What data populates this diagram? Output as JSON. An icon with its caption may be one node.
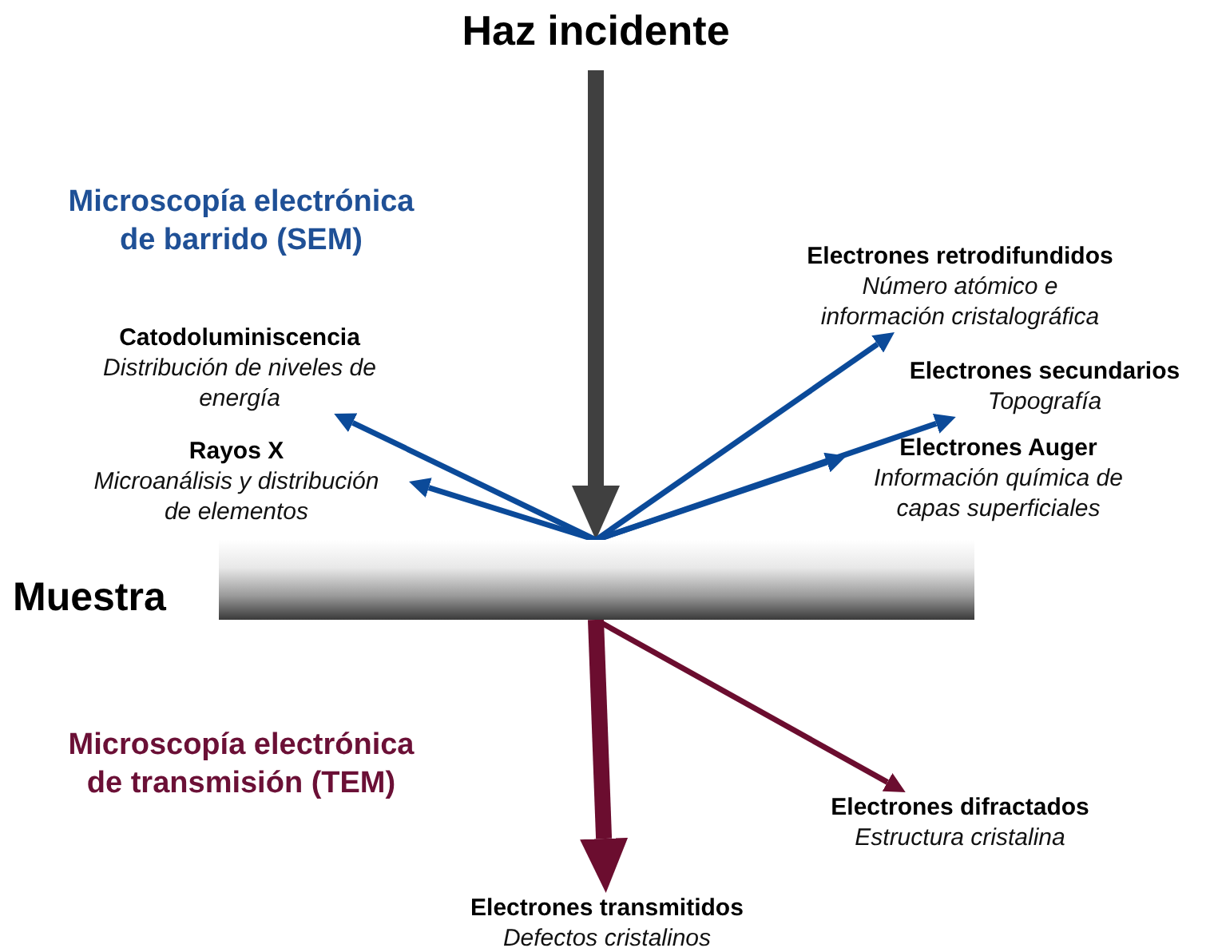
{
  "diagram": {
    "nodes": [
      {
        "text": [
          "Haz incidente"
        ]
      },
      {
        "text": [
          "Muestra"
        ]
      },
      {
        "text": [
          "Electrones retrodifundidos",
          "Número atómico e información cristalográfica"
        ]
      },
      {
        "text": [
          "Catodoluminiscencia",
          "Distribución de niveles de energía"
        ]
      },
      {
        "text": [
          "Electrones secundarios",
          "Topografía"
        ]
      },
      {
        "text": [
          "Rayos X",
          "Microanálisis y distribución de elementos"
        ]
      },
      {
        "text": [
          "Electrones Auger",
          "Información química de capas superficiales"
        ]
      },
      {
        "text": [
          "Electrones difractados",
          "Estructura cristalina"
        ]
      },
      {
        "text": [
          "Electrones transmitidos",
          "Defectos cristalinos"
        ]
      }
    ],
    "edges": [
      {
        "from": 0,
        "to": 1,
        "arrow": "to",
        "style": "thick",
        "color": "#404040"
      },
      {
        "from": 1,
        "to": 2,
        "arrow": "to"
      },
      {
        "from": 1,
        "to": 3,
        "arrow": "to"
      },
      {
        "from": 1,
        "to": 4,
        "arrow": "to"
      },
      {
        "from": 1,
        "to": 5,
        "arrow": "to"
      },
      {
        "from": 1,
        "to": 6,
        "arrow": "to"
      },
      {
        "from": 1,
        "to": 7,
        "arrow": "to",
        "color": "#6b0d2f"
      },
      {
        "from": 1,
        "to": 8,
        "arrow": "to",
        "style": "thick",
        "color": "#6b0d2f"
      }
    ],
    "labels": [
      "Microscopía electrónica de barrido (SEM)",
      "Microscopía electrónica de transmisión (TEM)"
    ]
  }
}
